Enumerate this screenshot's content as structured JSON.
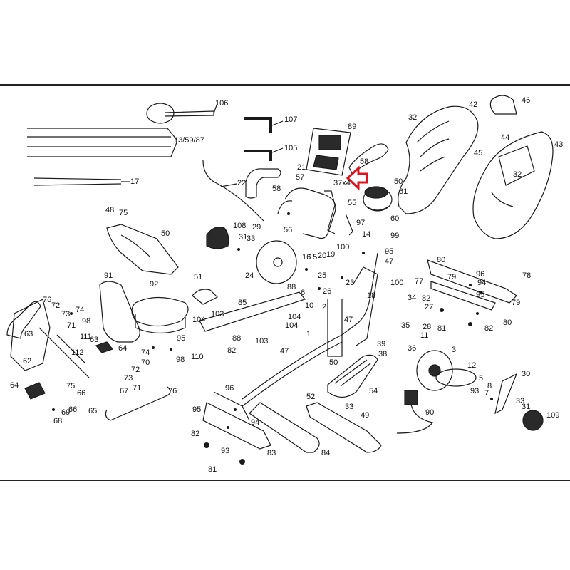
{
  "part_numbers": {
    "n1": "1",
    "n2": "2",
    "n3": "3",
    "n5": "5",
    "n6": "6",
    "n7": "7",
    "n8": "8",
    "n10": "10",
    "n11": "11",
    "n12": "12",
    "n14": "14",
    "n15": "15",
    "n16": "16",
    "n17": "17",
    "n18": "18",
    "n19": "19",
    "n20": "20",
    "n21": "21",
    "n22": "22",
    "n23": "23",
    "n24": "24",
    "n25": "25",
    "n26": "26",
    "n27": "27",
    "n28": "28",
    "n29": "29",
    "n30": "30",
    "n31": "31",
    "n32a": "32",
    "n32b": "32",
    "n33a": "33",
    "n33b": "33",
    "n33c": "33",
    "n34": "34",
    "n35": "35",
    "n36": "36",
    "n37x4": "37x4",
    "n38": "38",
    "n39": "39",
    "n42": "42",
    "n43": "43",
    "n44": "44",
    "n45": "45",
    "n46": "46",
    "n47a": "47",
    "n47b": "47",
    "n47c": "47",
    "n48": "48",
    "n49": "49",
    "n50a": "50",
    "n50b": "50",
    "n50c": "50",
    "n51": "51",
    "n52": "52",
    "n54": "54",
    "n55": "55",
    "n56": "56",
    "n57": "57",
    "n58a": "58",
    "n58b": "58",
    "n59": "59",
    "n60": "60",
    "n61": "61",
    "n62": "62",
    "n63a": "63",
    "n63b": "63",
    "n64a": "64",
    "n64b": "64",
    "n65": "65",
    "n66": "66",
    "n67": "67",
    "n68": "68",
    "n69": "69",
    "n70": "70",
    "n71": "71",
    "n72a": "72",
    "n72b": "72",
    "n73": "73",
    "n74a": "74",
    "n74b": "74",
    "n75a": "75",
    "n75b": "75",
    "n76a": "76",
    "n76b": "76",
    "n77": "77",
    "n78": "78",
    "n79a": "79",
    "n79b": "79",
    "n80a": "80",
    "n80b": "80",
    "n81a": "81",
    "n81b": "81",
    "n82a": "82",
    "n82b": "82",
    "n82c": "82",
    "n82d": "82",
    "n83": "83",
    "n84": "84",
    "n85": "85",
    "n88": "88",
    "n89": "89",
    "n90": "90",
    "n91": "91",
    "n92": "92",
    "n93a": "93",
    "n93b": "93",
    "n94a": "94",
    "n94b": "94",
    "n95a": "95",
    "n95b": "95",
    "n95c": "95",
    "n96a": "96",
    "n96b": "96",
    "n97": "97",
    "n98a": "98",
    "n98b": "98",
    "n99": "99",
    "n100a": "100",
    "n100b": "100",
    "n103a": "103",
    "n103b": "103",
    "n104a": "104",
    "n104b": "104",
    "n105": "105",
    "n106": "106",
    "n107": "107",
    "n108": "108",
    "n109": "109",
    "n110": "110",
    "n111": "111",
    "n112": "112",
    "n13_59_87": "13/59/87"
  },
  "colors": {
    "line": "#1a1a1a",
    "part_fill": "#ffffff",
    "dark_fill": "#2a2a2a",
    "highlight": "#e0121b"
  }
}
